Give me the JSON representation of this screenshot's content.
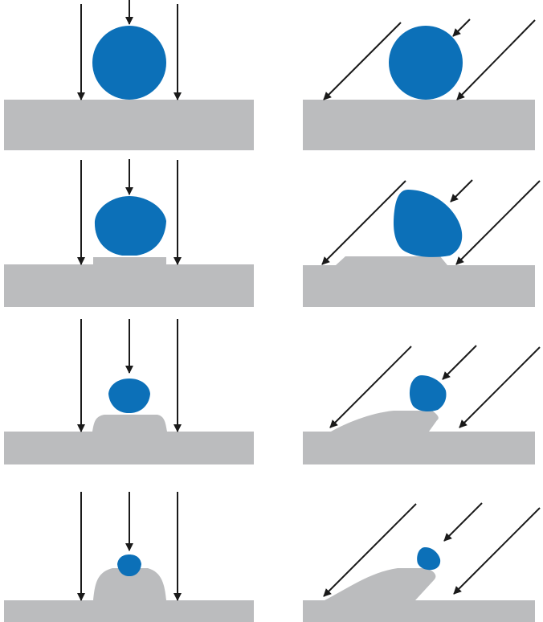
{
  "diagram": {
    "colors": {
      "substrate": "#BBBCBE",
      "particle": "#0C70B8",
      "arrow": "#1A1A1A",
      "background": "#FFFFFF"
    },
    "columns": [
      "normal-incidence",
      "oblique-incidence"
    ],
    "rows": 4
  }
}
